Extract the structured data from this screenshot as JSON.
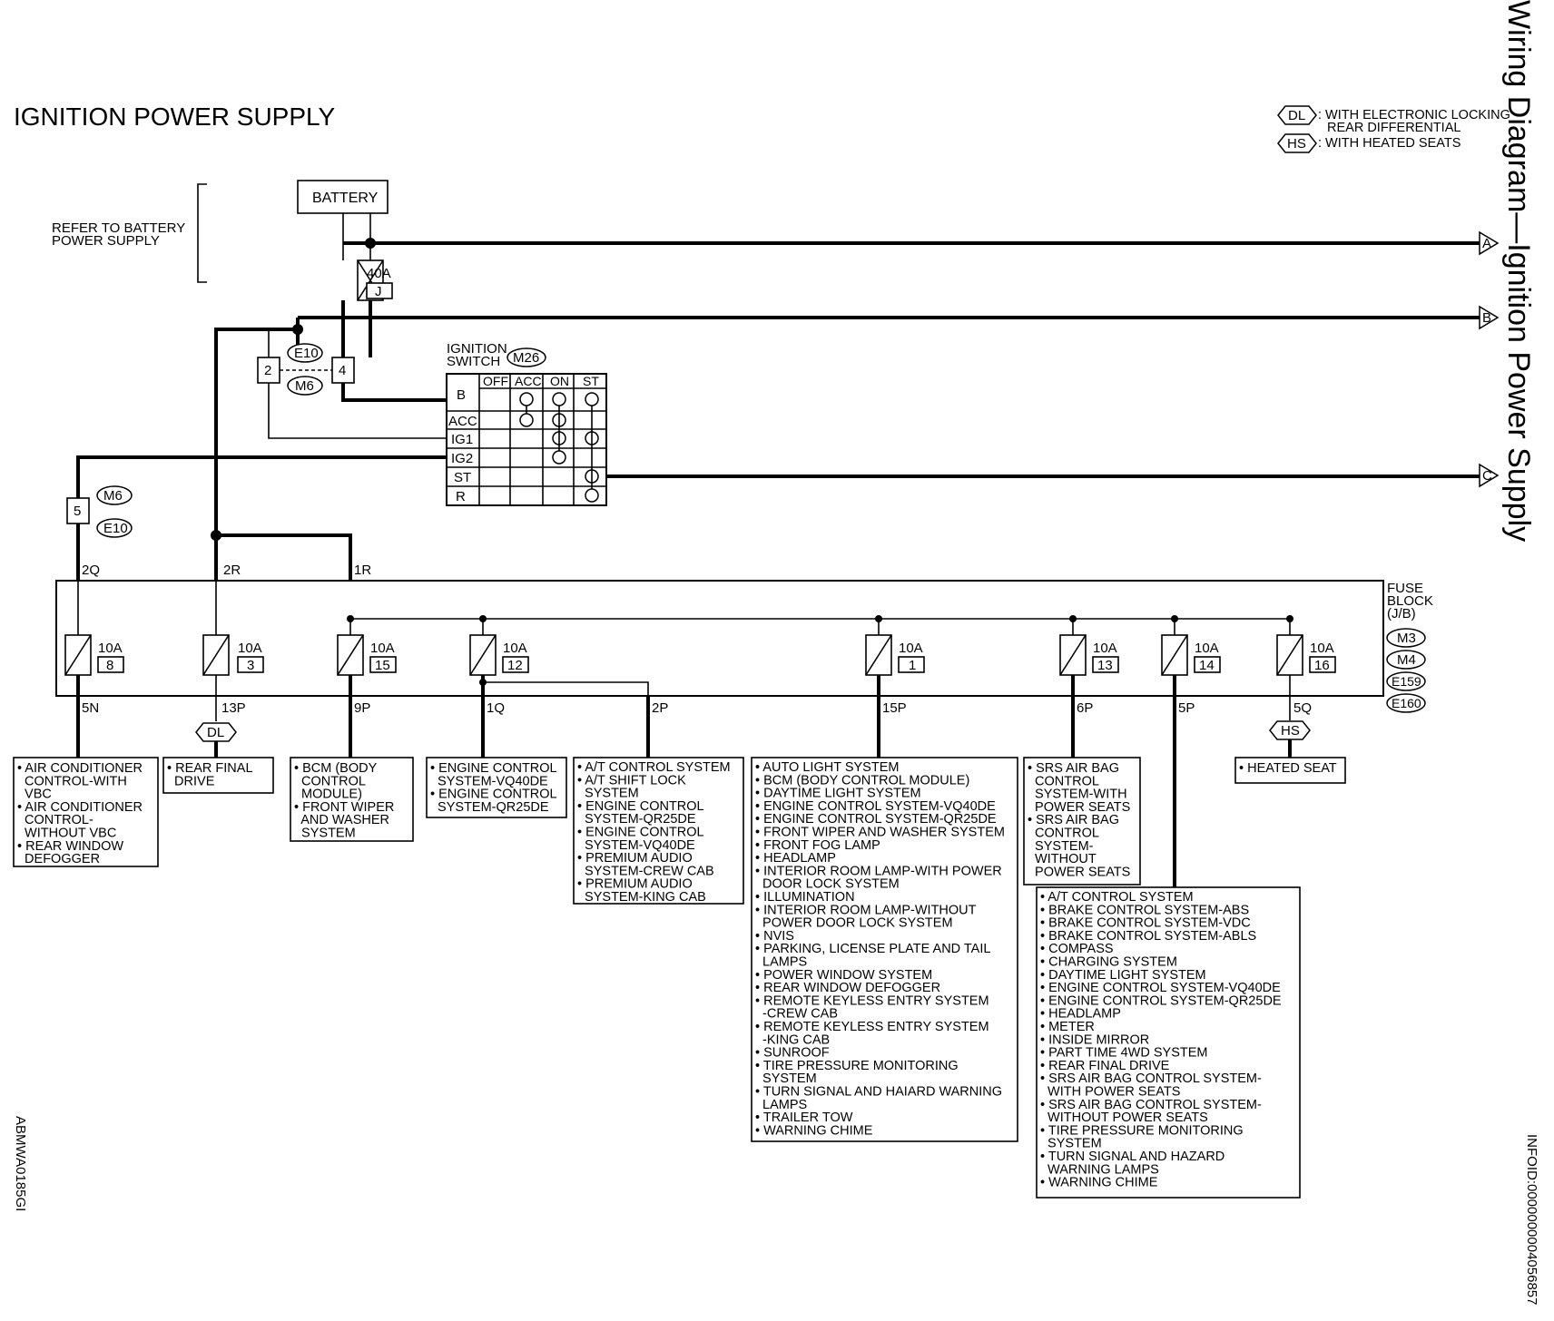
{
  "title": "IGNITION POWER SUPPLY",
  "side_title": "Wiring Diagram—Ignition Power Supply",
  "doc_code": "ABMWA0185GI",
  "info_code": "INFOID:0000000004056857",
  "legend": [
    {
      "tag": "DL",
      "text1": ": WITH ELECTRONIC LOCKING",
      "text2": "REAR DIFFERENTIAL"
    },
    {
      "tag": "HS",
      "text1": ": WITH HEATED SEATS",
      "text2": ""
    }
  ],
  "battery": {
    "label": "BATTERY",
    "fuse_amp": "40A",
    "fuse_id": "J"
  },
  "battery_note": [
    "REFER TO BATTERY",
    "POWER SUPPLY"
  ],
  "outputs": [
    "A",
    "B",
    "C"
  ],
  "connectors": {
    "e10": "E10",
    "m6": "M6",
    "m26": "M26",
    "pin2": "2",
    "pin4": "4",
    "pin5": "5"
  },
  "ignition_switch": {
    "label": [
      "IGNITION",
      "SWITCH"
    ],
    "columns": [
      "OFF",
      "ACC",
      "ON",
      "ST"
    ],
    "rows": [
      "B",
      "ACC",
      "IG1",
      "IG2",
      "ST",
      "R"
    ]
  },
  "wire_labels": [
    "2Q",
    "2R",
    "1R"
  ],
  "fuse_block": {
    "label": [
      "FUSE",
      "BLOCK",
      "(J/B)"
    ],
    "connectors": [
      "M3",
      "M4",
      "E159",
      "E160"
    ]
  },
  "fuses": [
    {
      "amp": "10A",
      "no": "8",
      "out": "5N"
    },
    {
      "amp": "10A",
      "no": "3",
      "out": "13P"
    },
    {
      "amp": "10A",
      "no": "15",
      "out": "9P"
    },
    {
      "amp": "10A",
      "no": "12",
      "out": "1Q"
    },
    {
      "amp": "10A",
      "no": "1",
      "out": "15P"
    },
    {
      "amp": "10A",
      "no": "13",
      "out": "6P"
    },
    {
      "amp": "10A",
      "no": "14",
      "out": "5P"
    },
    {
      "amp": "10A",
      "no": "16",
      "out": "5Q"
    }
  ],
  "extra_out": "2P",
  "dl_tag": "DL",
  "hs_tag": "HS",
  "loads": {
    "f8": [
      "• AIR CONDITIONER",
      "  CONTROL-WITH",
      "  VBC",
      "• AIR CONDITIONER",
      "  CONTROL-",
      "  WITHOUT VBC",
      "• REAR WINDOW",
      "  DEFOGGER"
    ],
    "f3": [
      "• REAR FINAL",
      "  DRIVE"
    ],
    "f15": [
      "• BCM (BODY",
      "  CONTROL",
      "  MODULE)",
      "• FRONT WIPER",
      "  AND WASHER",
      "  SYSTEM"
    ],
    "f12": [
      "• ENGINE CONTROL",
      "  SYSTEM-VQ40DE",
      "• ENGINE CONTROL",
      "  SYSTEM-QR25DE"
    ],
    "p2": [
      "• A/T CONTROL SYSTEM",
      "• A/T SHIFT LOCK",
      "  SYSTEM",
      "• ENGINE CONTROL",
      "  SYSTEM-QR25DE",
      "• ENGINE CONTROL",
      "  SYSTEM-VQ40DE",
      "• PREMIUM AUDIO",
      "  SYSTEM-CREW CAB",
      "• PREMIUM AUDIO",
      "  SYSTEM-KING CAB"
    ],
    "f1": [
      "• AUTO LIGHT SYSTEM",
      "• BCM (BODY CONTROL MODULE)",
      "• DAYTIME LIGHT SYSTEM",
      "• ENGINE CONTROL SYSTEM-VQ40DE",
      "• ENGINE CONTROL SYSTEM-QR25DE",
      "• FRONT WIPER AND WASHER SYSTEM",
      "• FRONT FOG LAMP",
      "• HEADLAMP",
      "• INTERIOR ROOM LAMP-WITH POWER",
      "  DOOR LOCK SYSTEM",
      "• ILLUMINATION",
      "• INTERIOR ROOM LAMP-WITHOUT",
      "  POWER DOOR LOCK SYSTEM",
      "• NVIS",
      "• PARKING, LICENSE PLATE AND TAIL",
      "  LAMPS",
      "• POWER WINDOW SYSTEM",
      "• REAR WINDOW DEFOGGER",
      "• REMOTE KEYLESS ENTRY SYSTEM",
      "  -CREW CAB",
      "• REMOTE KEYLESS ENTRY SYSTEM",
      "  -KING CAB",
      "• SUNROOF",
      "• TIRE PRESSURE MONITORING",
      "  SYSTEM",
      "• TURN SIGNAL AND HAIARD WARNING",
      "  LAMPS",
      "• TRAILER TOW",
      "• WARNING CHIME"
    ],
    "f13": [
      "• SRS AIR BAG",
      "  CONTROL",
      "  SYSTEM-WITH",
      "  POWER SEATS",
      "• SRS AIR BAG",
      "  CONTROL",
      "  SYSTEM-",
      "  WITHOUT",
      "  POWER SEATS"
    ],
    "f14": [
      "• A/T CONTROL SYSTEM",
      "• BRAKE CONTROL SYSTEM-ABS",
      "• BRAKE CONTROL SYSTEM-VDC",
      "• BRAKE CONTROL SYSTEM-ABLS",
      "• COMPASS",
      "• CHARGING SYSTEM",
      "• DAYTIME LIGHT SYSTEM",
      "• ENGINE CONTROL SYSTEM-VQ40DE",
      "• ENGINE CONTROL SYSTEM-QR25DE",
      "• HEADLAMP",
      "• METER",
      "• INSIDE MIRROR",
      "• PART TIME 4WD SYSTEM",
      "• REAR FINAL DRIVE",
      "• SRS AIR BAG CONTROL SYSTEM-",
      "  WITH POWER SEATS",
      "• SRS AIR BAG CONTROL SYSTEM-",
      "  WITHOUT POWER SEATS",
      "• TIRE PRESSURE MONITORING",
      "  SYSTEM",
      "• TURN SIGNAL AND HAZARD",
      "  WARNING LAMPS",
      "• WARNING CHIME"
    ],
    "f16": [
      "• HEATED SEAT"
    ]
  }
}
